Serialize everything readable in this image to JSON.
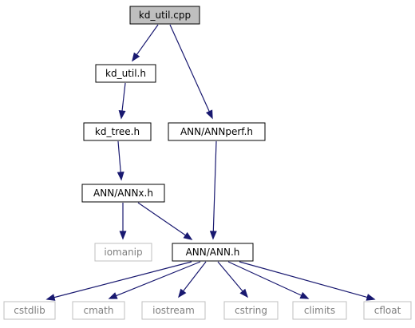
{
  "colors": {
    "edge": "#191970",
    "root_fill": "#bfbfbf",
    "system_border": "#bfbfbf",
    "system_text": "#7f7f7f"
  },
  "nodes": {
    "kd_util_cpp": "kd_util.cpp",
    "kd_util_h": "kd_util.h",
    "kd_tree_h": "kd_tree.h",
    "annx_h": "ANN/ANNx.h",
    "annperf_h": "ANN/ANNperf.h",
    "iomanip": "iomanip",
    "ann_h": "ANN/ANN.h",
    "cstdlib": "cstdlib",
    "cmath": "cmath",
    "iostream": "iostream",
    "cstring": "cstring",
    "climits": "climits",
    "cfloat": "cfloat"
  },
  "edges": [
    [
      "kd_util_cpp",
      "kd_util_h"
    ],
    [
      "kd_util_cpp",
      "annperf_h"
    ],
    [
      "kd_util_h",
      "kd_tree_h"
    ],
    [
      "kd_tree_h",
      "annx_h"
    ],
    [
      "annx_h",
      "iomanip"
    ],
    [
      "annx_h",
      "ann_h"
    ],
    [
      "annperf_h",
      "ann_h"
    ],
    [
      "ann_h",
      "cstdlib"
    ],
    [
      "ann_h",
      "cmath"
    ],
    [
      "ann_h",
      "iostream"
    ],
    [
      "ann_h",
      "cstring"
    ],
    [
      "ann_h",
      "climits"
    ],
    [
      "ann_h",
      "cfloat"
    ]
  ]
}
